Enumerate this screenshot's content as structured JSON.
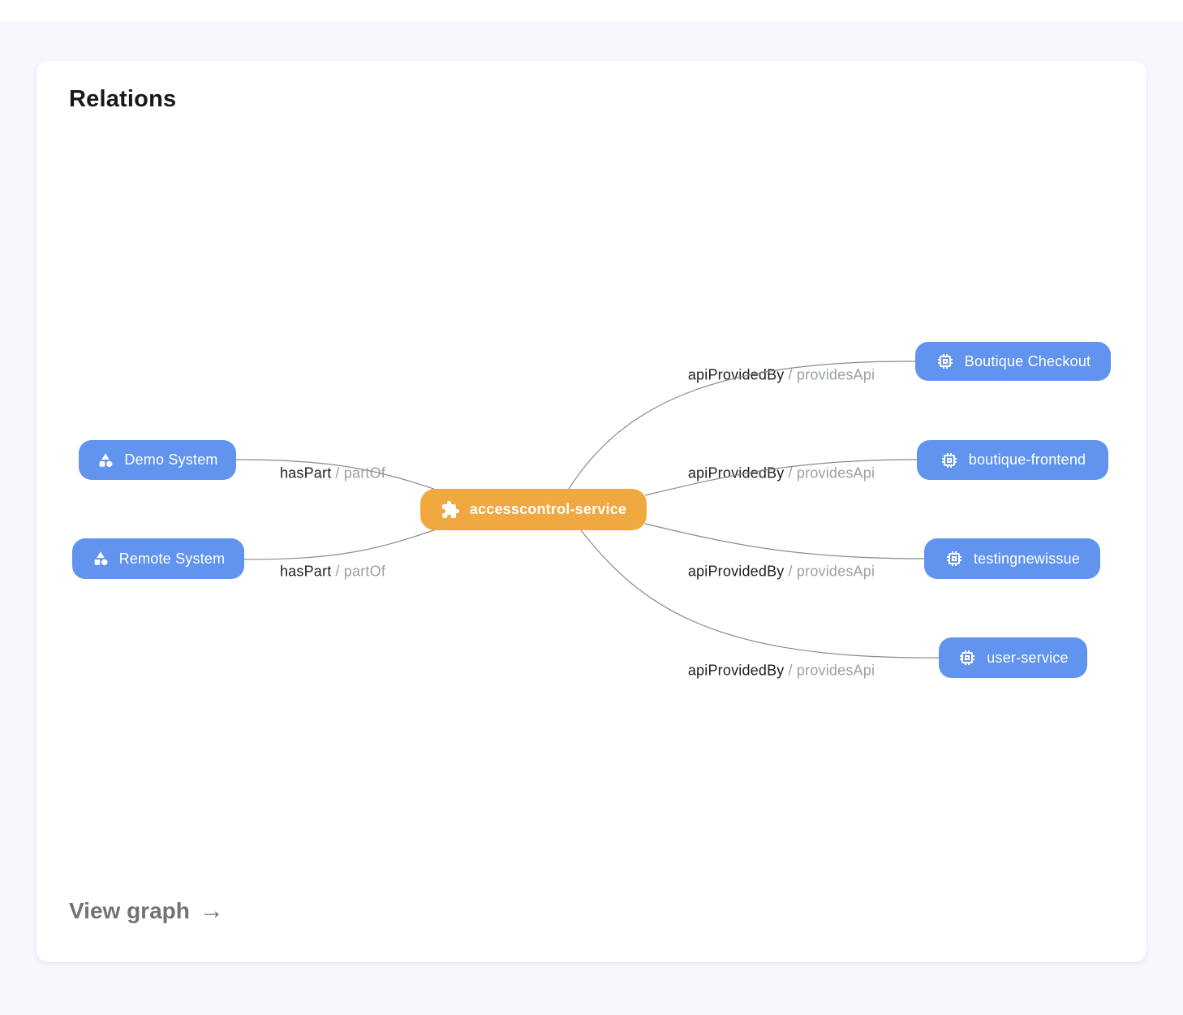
{
  "page": {
    "top_strip_color": "#ffffff",
    "background_color": "#f7f8fd"
  },
  "card": {
    "title": "Relations",
    "background_color": "#ffffff",
    "footer": {
      "link_label": "View graph",
      "arrow": "→"
    }
  },
  "colors": {
    "system_api_node_blue": "#6194ee",
    "component_node_orange": "#f0a940",
    "edge_line": "#8b8b8b",
    "edge_label_primary": "#1d1f23",
    "edge_label_secondary": "#9ba1a6",
    "title_text": "#15181c",
    "footer_link_text": "#6f7478"
  },
  "graph": {
    "center_node": {
      "label": "accesscontrol-service",
      "icon": "puzzle-icon",
      "type": "component"
    },
    "left_nodes": [
      {
        "label": "Demo System",
        "icon": "category-shapes-icon",
        "type": "system"
      },
      {
        "label": "Remote System",
        "icon": "category-shapes-icon",
        "type": "system"
      }
    ],
    "right_nodes": [
      {
        "label": "Boutique Checkout",
        "icon": "chip-icon",
        "type": "api"
      },
      {
        "label": "boutique-frontend",
        "icon": "chip-icon",
        "type": "api"
      },
      {
        "label": "testingnewissue",
        "icon": "chip-icon",
        "type": "api"
      },
      {
        "label": "user-service",
        "icon": "chip-icon",
        "type": "api"
      }
    ],
    "edge_labels": [
      {
        "primary": "hasPart",
        "secondary": "/ partOf"
      },
      {
        "primary": "hasPart",
        "secondary": "/ partOf"
      },
      {
        "primary": "apiProvidedBy",
        "secondary": "/ providesApi"
      },
      {
        "primary": "apiProvidedBy",
        "secondary": "/ providesApi"
      },
      {
        "primary": "apiProvidedBy",
        "secondary": "/ providesApi"
      },
      {
        "primary": "apiProvidedBy",
        "secondary": "/ providesApi"
      }
    ]
  }
}
